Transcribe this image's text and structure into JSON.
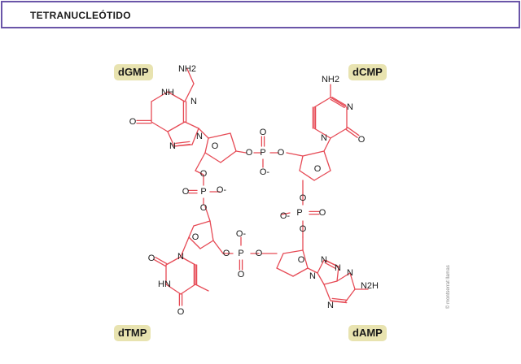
{
  "header": {
    "title": "TETRANUCLEÓTIDO"
  },
  "labels": {
    "dgmp": "dGMP",
    "dcmp": "dCMP",
    "dtmp": "dTMP",
    "damp": "dAMP"
  },
  "atoms": {
    "nh2": "NH2",
    "n2h": "N2H",
    "nh": "NH",
    "hn": "HN",
    "n": "N",
    "o": "O",
    "p": "P",
    "o_minus": "O-"
  },
  "copyright": "© montserrat llamas",
  "colors": {
    "bond": "#e64a55",
    "atom": "#1a1a1a",
    "label_bg": "#e8e3b0",
    "border": "#6a55a8"
  }
}
